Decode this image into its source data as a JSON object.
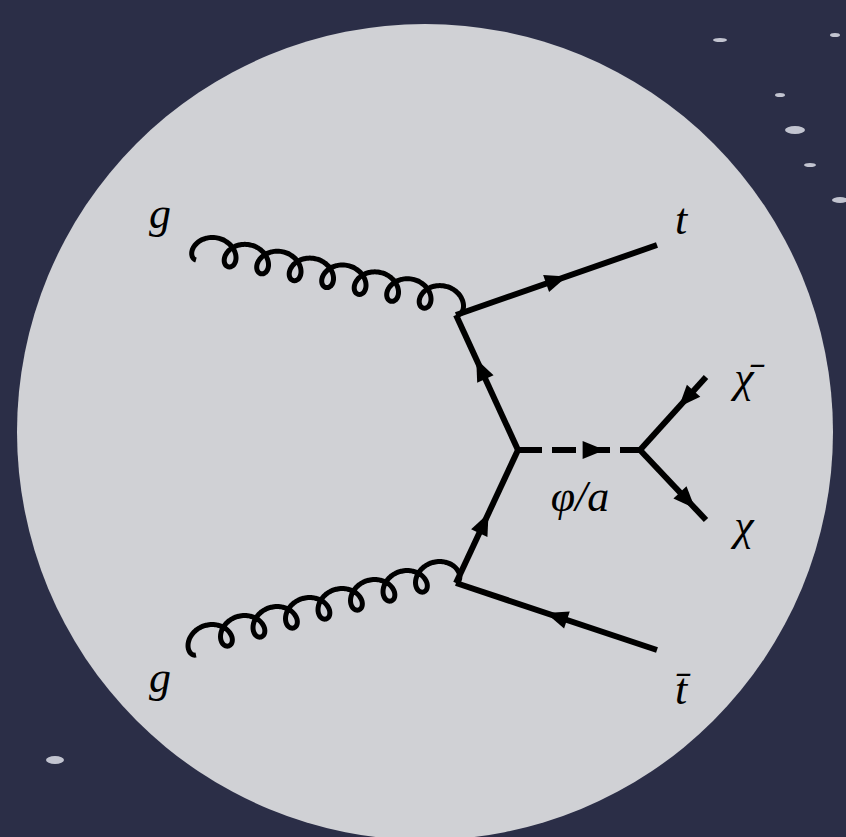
{
  "diagram": {
    "labels": [
      "g",
      "t",
      "χ̄",
      "φ/a",
      "χ",
      "g",
      "t̄"
    ]
  }
}
